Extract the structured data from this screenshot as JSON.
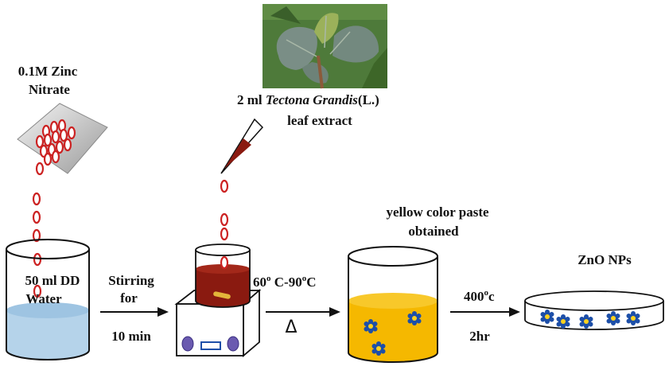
{
  "step1": {
    "reagent_line1": "0.1M Zinc",
    "reagent_line2": "Nitrate",
    "beaker_line1": "50 ml DD",
    "beaker_line2": "Water"
  },
  "arrow1": {
    "line1": "Stirring",
    "line2": "for",
    "line3": "10 min"
  },
  "step2": {
    "extract_prefix": "2 ml ",
    "extract_species": "Tectona Grandis",
    "extract_suffix": "(L.)",
    "extract_line2": "leaf  extract"
  },
  "arrow2": {
    "temp_a": "60",
    "temp_sup_a": "o",
    "temp_mid": " C-90",
    "temp_sup_b": "o",
    "temp_c": "C",
    "symbol": "Δ"
  },
  "step3": {
    "paste_line1": "yellow color paste",
    "paste_line2": "obtained"
  },
  "arrow3": {
    "temp": "400",
    "temp_sup": "o",
    "temp_unit": "c",
    "time": "2hr"
  },
  "step4": {
    "product": "ZnO NPs"
  },
  "colors": {
    "water": "#b5d3ea",
    "drop": "#cc2222",
    "extract": "#8a1a10",
    "paste": "#f5b800",
    "particle": "#1d4fa8",
    "leaf_bg": "#4e7a3a",
    "leaf": "#7a8e86"
  }
}
